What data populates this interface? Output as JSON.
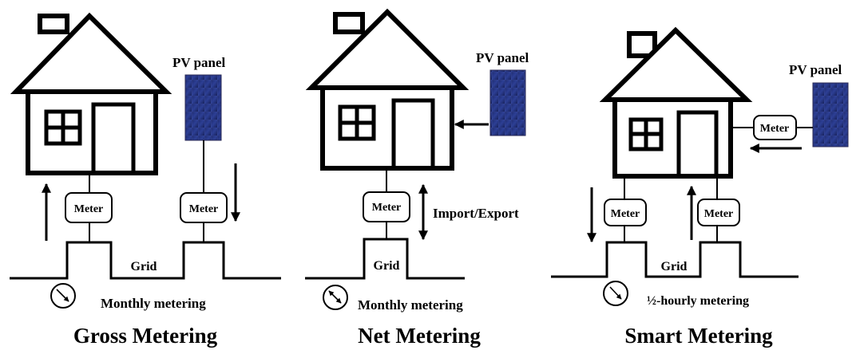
{
  "panels": [
    {
      "title": "Gross Metering",
      "pv_label": "PV panel",
      "meter_labels": [
        "Meter",
        "Meter"
      ],
      "grid_label": "Grid",
      "period_label": "Monthly metering"
    },
    {
      "title": "Net Metering",
      "pv_label": "PV panel",
      "meter_labels": [
        "Meter"
      ],
      "flow_label": "Import/Export",
      "grid_label": "Grid",
      "period_label": "Monthly metering"
    },
    {
      "title": "Smart Metering",
      "pv_label": "PV panel",
      "meter_labels": [
        "Meter",
        "Meter",
        "Meter"
      ],
      "grid_label": "Grid",
      "period_label": "½-hourly metering"
    }
  ]
}
